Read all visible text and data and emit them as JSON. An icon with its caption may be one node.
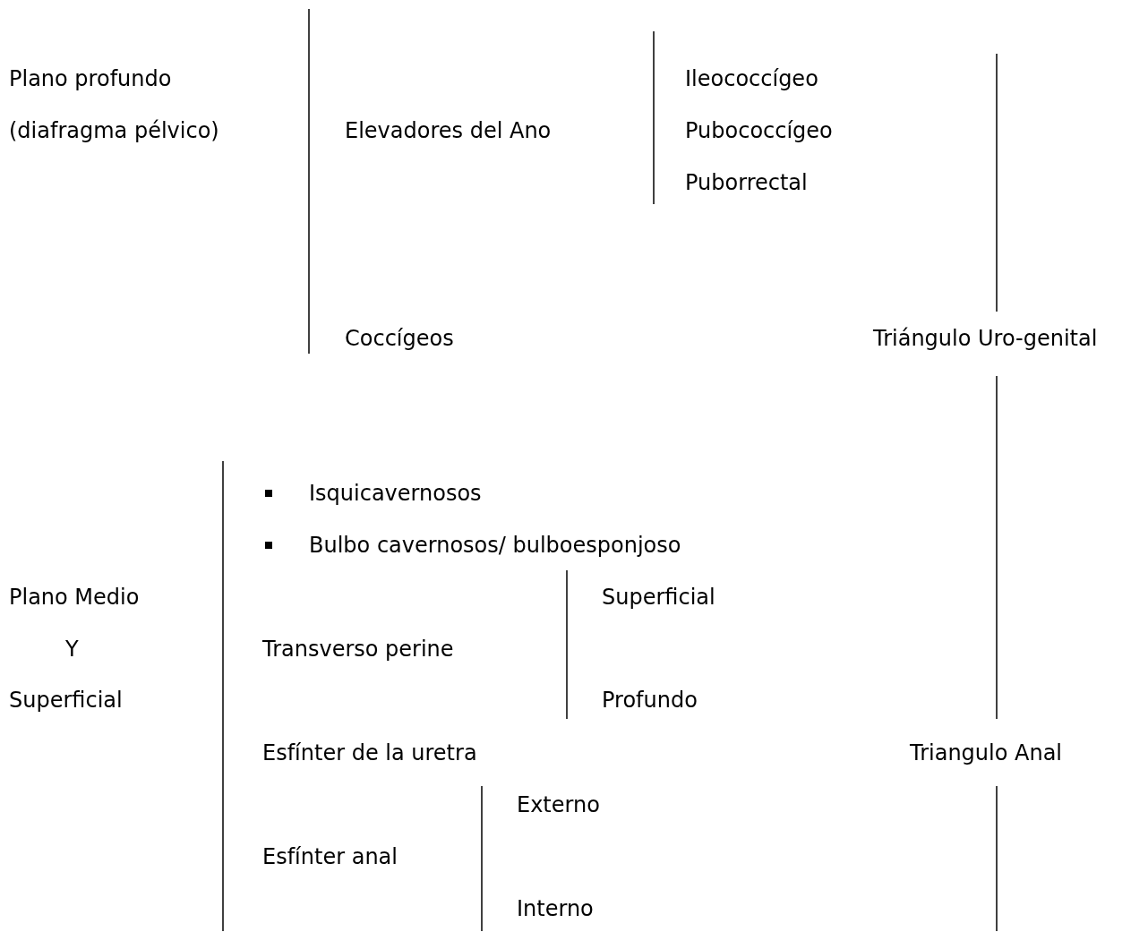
{
  "diagram": {
    "labels": [
      "Plano profundo",
      "Ileococcígeo",
      "(diafragma pélvico)",
      "Elevadores del Ano",
      "Pubococcígeo",
      "Puborrectal",
      "Coccígeos",
      "Triángulo Uro-genital",
      "Isquicavernosos",
      "Bulbo cavernosos/ bulboesponjoso",
      "Plano Medio",
      "Superficial",
      "Y",
      "Transverso perine",
      "Superficial",
      "Profundo",
      "Esfínter de la uretra",
      "Triangulo Anal",
      "Externo",
      "Esfínter anal",
      "Interno"
    ]
  }
}
